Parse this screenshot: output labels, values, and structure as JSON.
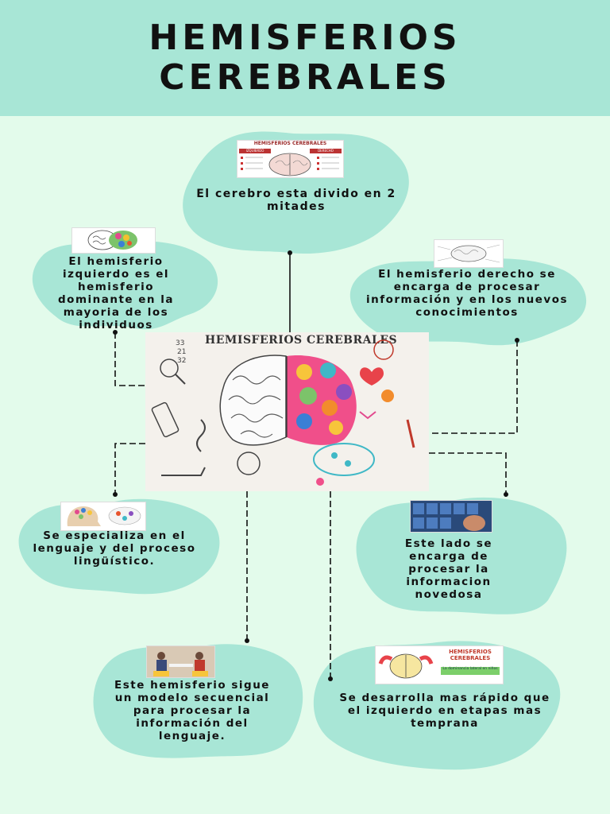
{
  "header": {
    "title_line1": "HEMISFERIOS",
    "title_line2": "CEREBRALES",
    "bg": "#a8e6d6"
  },
  "center": {
    "image_title": "HEMISFERIOS CEREBRALES"
  },
  "nodes": {
    "top": "El cerebro esta divido en 2 mitades",
    "left_upper": "El hemisferio izquierdo es el hemisferio dominante en la mayoria de los individuos",
    "right_upper": "El hemisferio derecho se  encarga de procesar información y en los nuevos conocimientos",
    "left_mid": "Se especializa en el lenguaje y del proceso lingüístico.",
    "right_mid": "Este lado se encarga de procesar la informacion novedosa",
    "bottom_left": "Este hemisferio sigue un modelo secuencial para procesar la información del lenguaje.",
    "bottom_right": "Se desarrolla mas rápido que el izquierdo en etapas mas temprana"
  },
  "thumbs": {
    "top_header": "HEMISFERIOS CEREBRALES",
    "top_left_tab": "IZQUIERDO",
    "top_right_tab": "DERECHO",
    "bottom_right_title": "HEMISFERIOS CEREBRALES",
    "bottom_right_sub": "La dominancia lateral en niños"
  },
  "colors": {
    "blob": "#a8e6d6",
    "background": "#e3fbeb",
    "connector": "#111111"
  }
}
